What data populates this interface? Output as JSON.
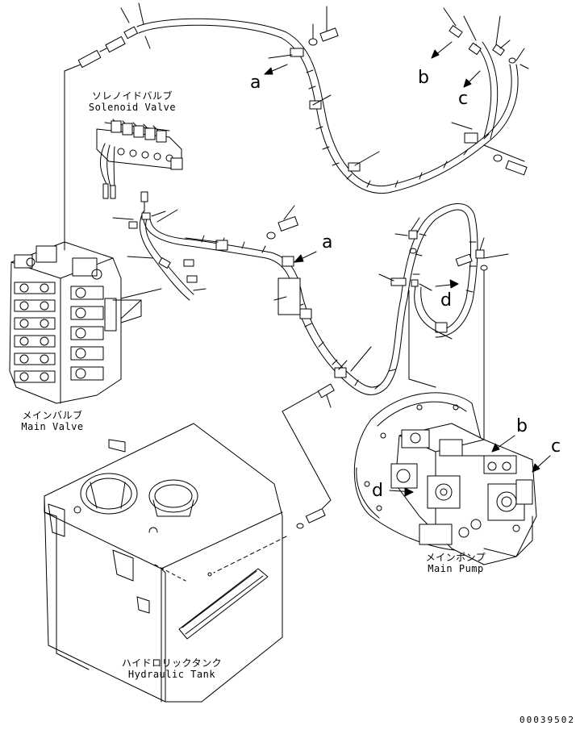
{
  "labels": {
    "solenoid_valve": {
      "jp": "ソレノイドバルブ",
      "en": "Solenoid Valve"
    },
    "main_valve": {
      "jp": "メインバルブ",
      "en": "Main Valve"
    },
    "main_pump": {
      "jp": "メインポンプ",
      "en": "Main Pump"
    },
    "hydraulic_tank": {
      "jp": "ハイドロリックタンク",
      "en": "Hydraulic Tank"
    }
  },
  "callouts": {
    "a1": "a",
    "a2": "a",
    "b1": "b",
    "b2": "b",
    "c1": "c",
    "c2": "c",
    "d1": "d",
    "d2": "d"
  },
  "document_number": "00039502"
}
